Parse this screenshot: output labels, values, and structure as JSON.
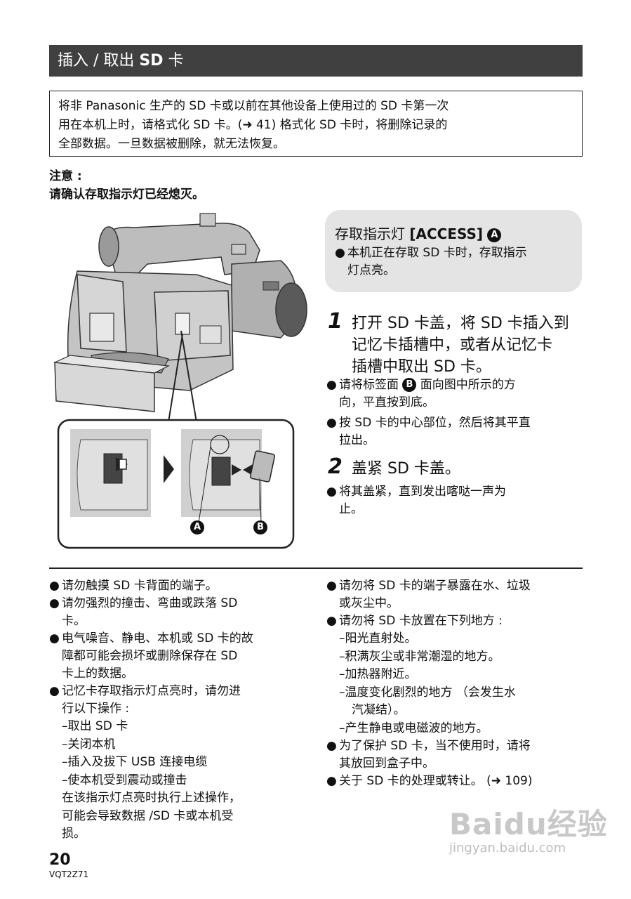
{
  "header": {
    "title_prefix": "插入 / 取出 ",
    "title_bold": "SD",
    "title_suffix": " 卡"
  },
  "warning": {
    "line1": "将非 Panasonic 生产的 SD 卡或以前在其他设备上使用过的 SD 卡第一次",
    "line2": "用在本机上时，请格式化 SD 卡。(➜ 41) 格式化 SD 卡时，将删除记录的",
    "line3": "全部数据。一旦数据被删除，就无法恢复。"
  },
  "note": {
    "heading": "注意 :",
    "text": "请确认存取指示灯已经熄灭。"
  },
  "access": {
    "title_prefix": "存取指示灯 ",
    "title_bold": "[ACCESS]",
    "badge": "A",
    "bullet_line1": "本机正在存取 SD 卡时，存取指示",
    "bullet_line2": "灯点亮。"
  },
  "step1": {
    "num": "1",
    "line1": "打开 SD 卡盖，将 SD 卡插入到",
    "line2": "记忆卡插槽中，或者从记忆卡",
    "line3": "插槽中取出 SD 卡。",
    "bullet1_prefix": "请将标签面 ",
    "bullet1_badge": "B",
    "bullet1_suffix": " 面向图中所示的方",
    "bullet1_line2": "向，平直按到底。",
    "bullet2_line1": "按 SD 卡的中心部位，然后将其平直",
    "bullet2_line2": "拉出。"
  },
  "step2": {
    "num": "2",
    "line1": "盖紧 SD 卡盖。",
    "bullet_line1": "将其盖紧，直到发出喀哒一声为",
    "bullet_line2": "止。"
  },
  "figure": {
    "label_a": "A",
    "label_b": "B"
  },
  "left_col": {
    "b1": "请勿触摸 SD 卡背面的端子。",
    "b2_l1": "请勿强烈的撞击、弯曲或跌落 SD",
    "b2_l2": "卡。",
    "b3_l1": "电气噪音、静电、本机或 SD 卡的故",
    "b3_l2": "障都可能会损坏或删除保存在 SD",
    "b3_l3": "卡上的数据。",
    "b4_l1": "记忆卡存取指示灯点亮时，请勿进",
    "b4_l2": "行以下操作 :",
    "d1": "–取出 SD 卡",
    "d2": "–关闭本机",
    "d3": "–插入及拔下 USB 连接电缆",
    "d4": "–使本机受到震动或撞击",
    "t1": "在该指示灯点亮时执行上述操作，",
    "t2": "可能会导致数据 /SD 卡或本机受",
    "t3": "损。"
  },
  "right_col": {
    "b1_l1": "请勿将 SD 卡的端子暴露在水、垃圾",
    "b1_l2": "或灰尘中。",
    "b2": "请勿将 SD 卡放置在下列地方 :",
    "d1": "–阳光直射处。",
    "d2": "–积满灰尘或非常潮湿的地方。",
    "d3": "–加热器附近。",
    "d4_l1": "–温度变化剧烈的地方 （会发生水",
    "d4_l2": "汽凝结）。",
    "d5": "–产生静电或电磁波的地方。",
    "b3_l1": "为了保护 SD 卡，当不使用时，请将",
    "b3_l2": "其放回到盒子中。",
    "b4": "关于 SD 卡的处理或转让。 (➜ 109)"
  },
  "bullet_symbol": "●",
  "footer": {
    "page": "20",
    "code": "VQT2Z71"
  },
  "watermark": {
    "main": "Baidu经验",
    "sub": "jingyan.baidu.com"
  }
}
